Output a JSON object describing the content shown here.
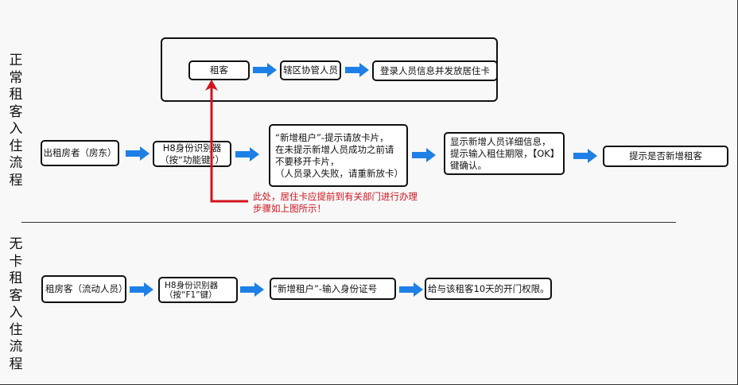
{
  "sections": {
    "normal_title": "正常租客入住流程",
    "nocard_title": "无卡租客入住流程"
  },
  "normal_flow": {
    "subflow": [
      "租客",
      "辖区协管人员",
      "登录人员信息并发放居住卡"
    ],
    "steps": [
      "出租房者（房东）",
      "H8身份识别器\n（按“功能键”）",
      "“新增租户”-提示请放卡片，\n在未提示新增人员成功之前请\n不要移开卡片，\n（人员录入失败，请重新放卡）",
      "  显示新增人员详细信息，\n提示输入租住期限，【OK】\n键确认。",
      "提示是否新增租客"
    ],
    "note": "此处，居住卡应提前到有关部门进行办理\n步骤如上图所示！"
  },
  "nocard_flow": {
    "steps": [
      "租房客（流动人员）",
      "H8身份识别器\n（按“F1”键）",
      "“新增租户”-输入身份证号",
      "给与该租客10天的开门权限。"
    ]
  },
  "colors": {
    "arrow": "#1e80e6",
    "note": "#d0141c"
  }
}
